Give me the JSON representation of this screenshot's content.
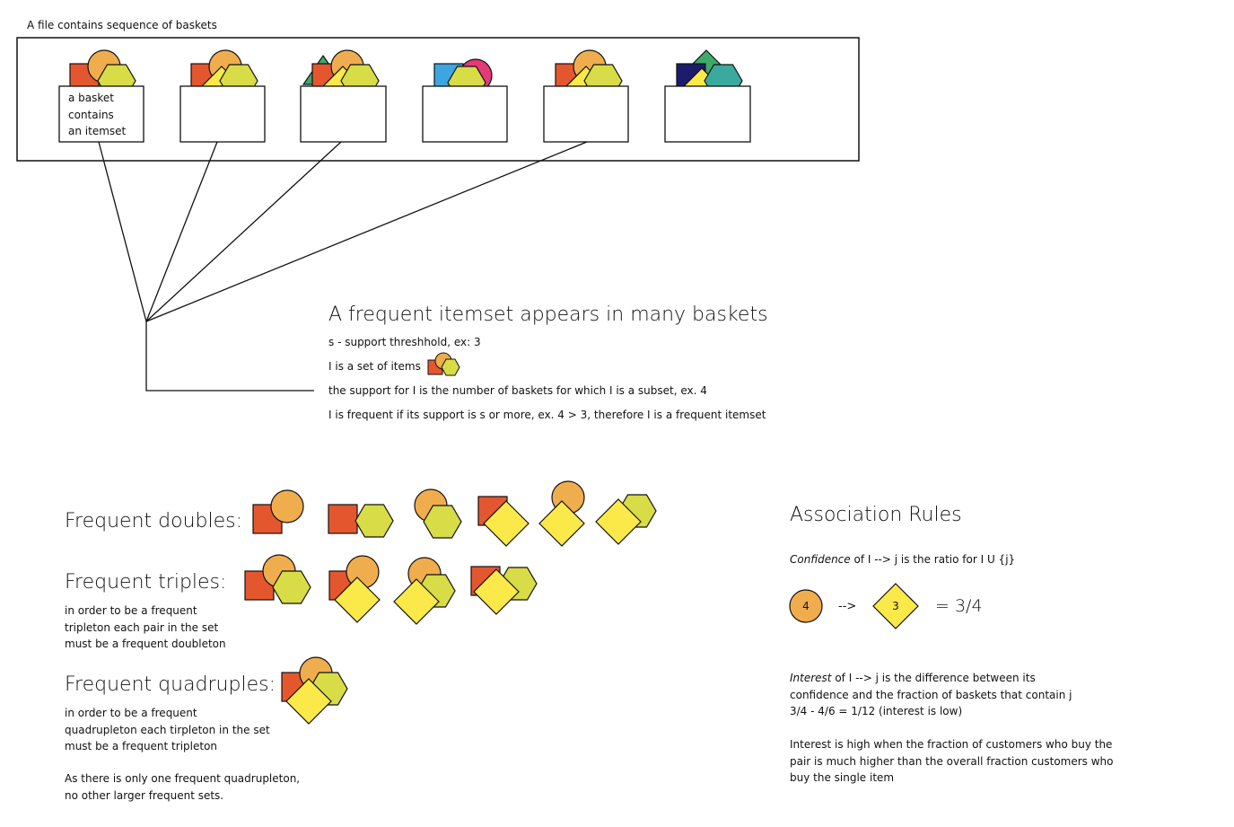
{
  "file_caption": "A file contains sequence of baskets",
  "basket_label": "a basket\ncontains\nan itemset",
  "frequent": {
    "title": "A frequent itemset appears in many baskets",
    "lines": [
      "s - support threshhold, ex: 3",
      "I is a set of items",
      "the support for I is the number of baskets for which I is a subset, ex. 4",
      "I is frequent if its support is s or more, ex. 4 > 3, therefore I is a frequent itemset"
    ]
  },
  "doubles": {
    "title": "Frequent doubles:"
  },
  "triples": {
    "title": "Frequent triples:",
    "note": "in order to be a frequent\ntripleton each pair in the set\nmust be a frequent doubleton"
  },
  "quadruples": {
    "title": "Frequent quadruples:",
    "note": "in order to be a frequent\nquadrupleton each tirpleton in the set\nmust be a frequent tripleton"
  },
  "conclusion": "As there is only one frequent quadrupleton,\nno other larger frequent sets.",
  "association": {
    "title": "Association Rules",
    "confidence_term": "Confidence",
    "confidence_rest": " of I --> j is the ratio for I U {j}",
    "circle_count": "4",
    "arrow": "-->",
    "diamond_count": "3",
    "ratio": "= 3/4",
    "interest_term": "Interest",
    "interest_rest": " of I --> j is the difference between its\nconfidence and the fraction of baskets that contain j\n3/4 - 4/6 = 1/12 (interest is low)",
    "interest_note": "Interest is high when the fraction of customers who buy the\npair is much higher than the overall fraction customers who\nbuy the single item"
  },
  "colors": {
    "red": "#e4572e",
    "orange": "#f0ad4e",
    "yellow": "#fbe94a",
    "lime": "#d7dc47",
    "green": "#3daa6a",
    "blue": "#3da6e2",
    "pink": "#e33a7a",
    "navy": "#1c1c6c",
    "teal": "#3aaa9f"
  }
}
